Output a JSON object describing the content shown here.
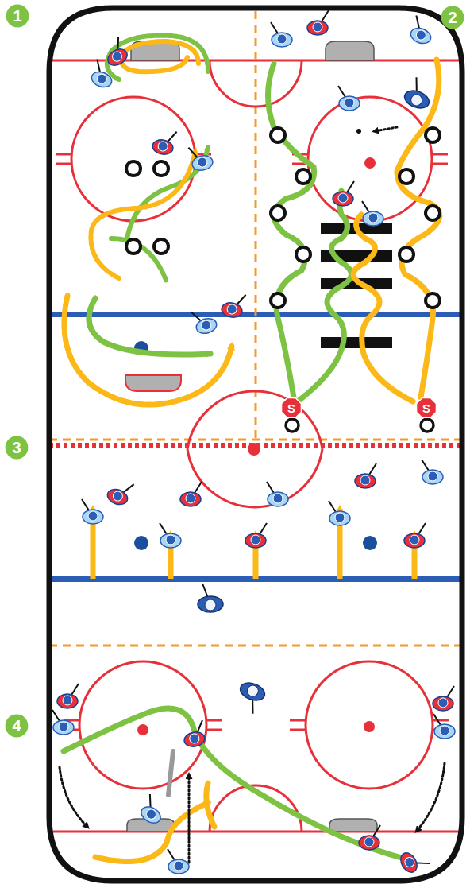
{
  "diagram": {
    "nodes": [
      {
        "text": [
          "1"
        ]
      },
      {
        "text": [
          "2"
        ]
      },
      {
        "text": [
          "S"
        ]
      },
      {
        "text": [
          "S"
        ]
      },
      {
        "text": [
          "3"
        ]
      },
      {
        "text": [
          "4"
        ]
      }
    ]
  }
}
